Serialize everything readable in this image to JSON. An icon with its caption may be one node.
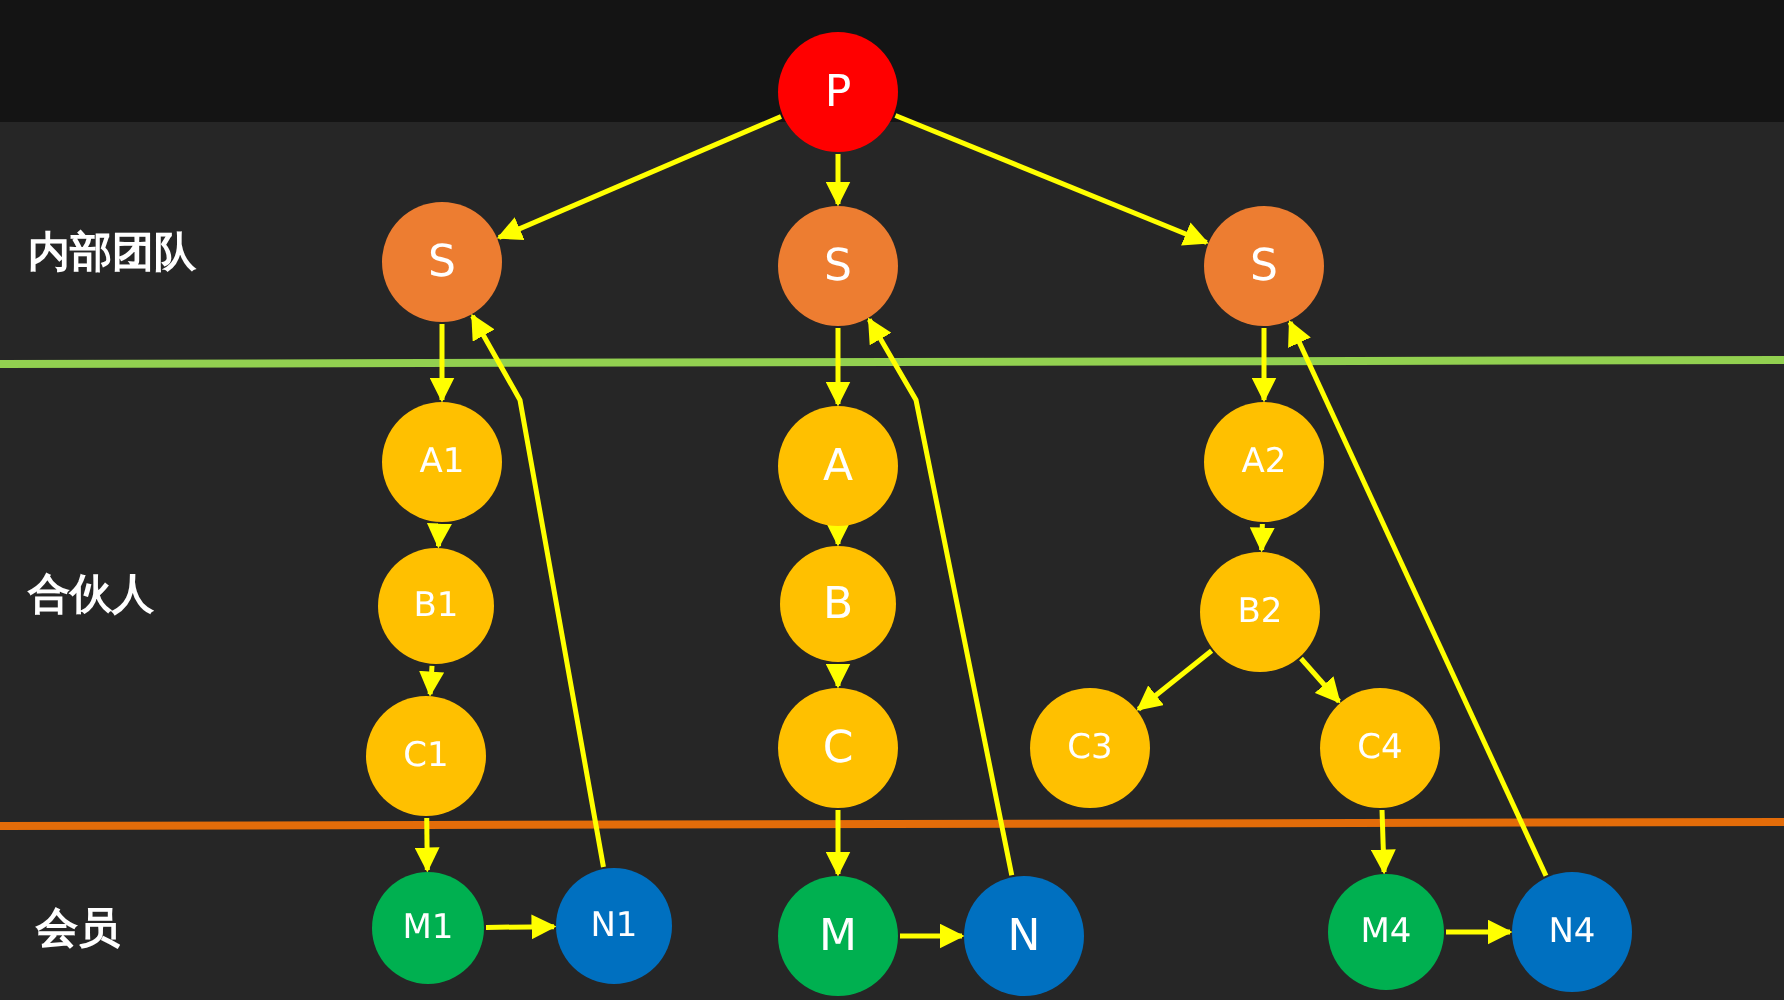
{
  "diagram": {
    "nodes": [
      {
        "text": [
          "P"
        ]
      },
      {
        "text": [
          "S"
        ]
      },
      {
        "text": [
          "S"
        ]
      },
      {
        "text": [
          "S"
        ]
      },
      {
        "text": [
          "A1"
        ]
      },
      {
        "text": [
          "B1"
        ]
      },
      {
        "text": [
          "C1"
        ]
      },
      {
        "text": [
          "A"
        ]
      },
      {
        "text": [
          "B"
        ]
      },
      {
        "text": [
          "C"
        ]
      },
      {
        "text": [
          "A2"
        ]
      },
      {
        "text": [
          "B2"
        ]
      },
      {
        "text": [
          "C3"
        ]
      },
      {
        "text": [
          "C4"
        ]
      },
      {
        "text": [
          "M1"
        ]
      },
      {
        "text": [
          "N1"
        ]
      },
      {
        "text": [
          "M"
        ]
      },
      {
        "text": [
          "N"
        ]
      },
      {
        "text": [
          "M4"
        ]
      },
      {
        "text": [
          "N4"
        ]
      }
    ],
    "edges": [
      {
        "from": 0,
        "to": 1,
        "arrow": "to"
      },
      {
        "from": 0,
        "to": 2,
        "arrow": "to"
      },
      {
        "from": 0,
        "to": 3,
        "arrow": "to"
      },
      {
        "from": 1,
        "to": 4,
        "arrow": "to"
      },
      {
        "from": 4,
        "to": 5,
        "arrow": "to"
      },
      {
        "from": 5,
        "to": 6,
        "arrow": "to"
      },
      {
        "from": 6,
        "to": 14,
        "arrow": "to"
      },
      {
        "from": 14,
        "to": 15,
        "arrow": "to"
      },
      {
        "from": 15,
        "to": 1,
        "arrow": "to"
      },
      {
        "from": 2,
        "to": 7,
        "arrow": "to"
      },
      {
        "from": 7,
        "to": 8,
        "arrow": "to"
      },
      {
        "from": 8,
        "to": 9,
        "arrow": "to"
      },
      {
        "from": 9,
        "to": 16,
        "arrow": "to"
      },
      {
        "from": 16,
        "to": 17,
        "arrow": "to"
      },
      {
        "from": 17,
        "to": 2,
        "arrow": "to"
      },
      {
        "from": 3,
        "to": 10,
        "arrow": "to"
      },
      {
        "from": 10,
        "to": 11,
        "arrow": "to"
      },
      {
        "from": 11,
        "to": 12,
        "arrow": "to"
      },
      {
        "from": 11,
        "to": 13,
        "arrow": "to"
      },
      {
        "from": 13,
        "to": 18,
        "arrow": "to"
      },
      {
        "from": 18,
        "to": 19,
        "arrow": "to"
      },
      {
        "from": 19,
        "to": 3,
        "arrow": "to"
      }
    ],
    "labels": [
      "内部团队",
      "合伙人",
      "会员"
    ]
  }
}
